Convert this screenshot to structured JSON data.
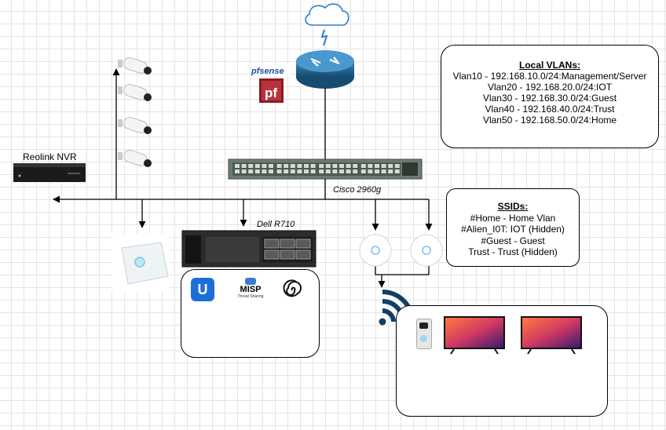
{
  "vlans": {
    "title": "Local VLANs:",
    "items": [
      "Vlan10 - 192.168.10.0/24:Management/Server",
      "Vlan20 - 192.168.20.0/24:IOT",
      "Vlan30 - 192.168.30.0/24:Guest",
      "Vlan40 - 192.168.40.0/24:Trust",
      "Vlan50 - 192.168.50.0/24:Home"
    ]
  },
  "ssids": {
    "title": "SSIDs:",
    "items": [
      "#Home - Home Vlan",
      "#Alien_I0T: IOT (Hidden)",
      "#Guest - Guest",
      "Trust - Trust (Hidden)"
    ]
  },
  "labels": {
    "nvr": "Reolink NVR",
    "switch": "Cisco 2960g",
    "server": "Dell R710",
    "pfsense_logo": "pfsense",
    "pf_badge": "pf",
    "misp_logo": "MISP",
    "misp_sub": "Threat Sharing",
    "unifi_logo": "U"
  },
  "colors": {
    "router": "#1e5f8c",
    "wifi": "#123f66",
    "unifi": "#1d6fd8",
    "pfsense_dark": "#8a1c24",
    "cloud": "#2d7bd0"
  }
}
